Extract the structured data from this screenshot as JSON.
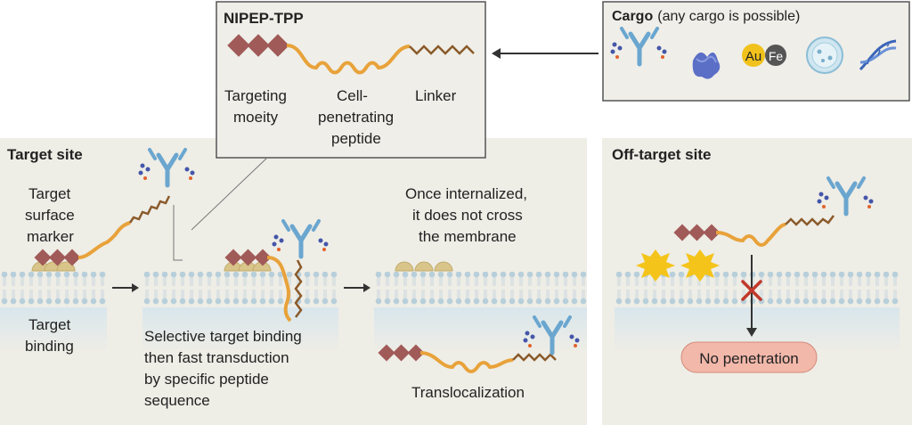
{
  "nipep_box": {
    "title": "NIPEP-TPP",
    "targeting_l1": "Targeting",
    "targeting_l2": "moeity",
    "cpp_l1": "Cell-",
    "cpp_l2": "penetrating",
    "cpp_l3": "peptide",
    "linker": "Linker"
  },
  "cargo_box": {
    "title": "Cargo",
    "subtitle": "(any cargo is possible)",
    "gold": "Au",
    "iron": "Fe"
  },
  "target_panel": {
    "title": "Target site",
    "marker_l1": "Target",
    "marker_l2": "surface",
    "marker_l3": "marker",
    "binding_l1": "Target",
    "binding_l2": "binding",
    "step2_l1": "Selective target binding",
    "step2_l2": "then fast transduction",
    "step2_l3": "by specific peptide",
    "step2_l4": "sequence",
    "internal_l1": "Once internalized,",
    "internal_l2": "it does not cross",
    "internal_l3": "the membrane",
    "translocalization": "Translocalization"
  },
  "offtarget_panel": {
    "title": "Off-target site",
    "no_penetration": "No penetration"
  },
  "colors": {
    "panel_bg": "#eeede6",
    "box_bg": "#efeee8",
    "diamond": "#a05a58",
    "cpp": "#e8a23a",
    "linker": "#8a5a2a",
    "antibody": "#6aa6cf",
    "receptor": "#d9c48a",
    "spike": "#f4c41a",
    "cross": "#c0392b",
    "pill": "#f2b8aa"
  }
}
